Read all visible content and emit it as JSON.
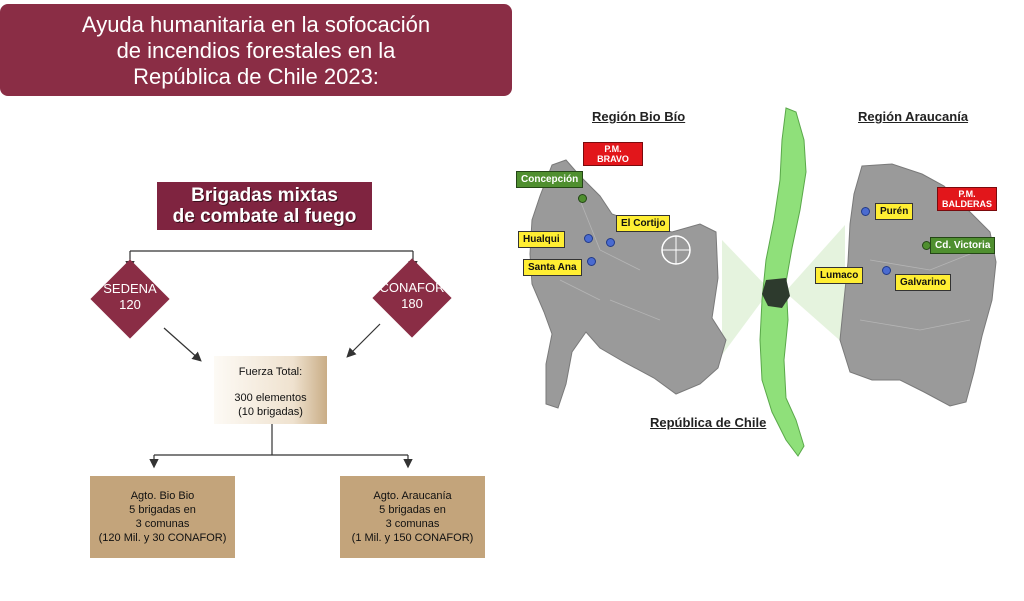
{
  "title": {
    "line1": "Ayuda humanitaria en la sofocación",
    "line2": "de incendios forestales en la",
    "line3": "República de Chile 2023:"
  },
  "brigadas": {
    "line1": "Brigadas mixtas",
    "line2": "de combate al fuego"
  },
  "sedena": {
    "label": "SEDENA",
    "value": "120"
  },
  "conafor": {
    "label": "CONAFOR",
    "value": "180"
  },
  "total": {
    "line1": "Fuerza Total:",
    "line2": "300 elementos",
    "line3": "(10 brigadas)"
  },
  "biobio_box": {
    "line1": "Agto. Bio Bio",
    "line2": "5 brigadas en",
    "line3": "3 comunas",
    "line4": "(120 Mil. y 30 CONAFOR)"
  },
  "araucania_box": {
    "line1": "Agto. Araucanía",
    "line2": "5 brigadas en",
    "line3": "3 comunas",
    "line4": "(1 Mil. y 150 CONAFOR)"
  },
  "map": {
    "region_biobio": "Región Bio Bío",
    "region_araucania": "Región Araucanía",
    "republica": "República de Chile",
    "concepcion": "Concepción",
    "pm_bravo": {
      "line1": "P.M.",
      "line2": "BRAVO"
    },
    "el_cortijo": "El Cortijo",
    "hualqui": "Hualqui",
    "santa_ana": "Santa Ana",
    "puren": "Purén",
    "pm_balderas": {
      "line1": "P.M.",
      "line2": "BALDERAS"
    },
    "cd_victoria": "Cd. Victoria",
    "lumaco": "Lumaco",
    "galvarino": "Galvarino"
  },
  "colors": {
    "maroon": "#8a2d45",
    "tan": "#c3a47b",
    "map_gray": "#9a9a9a",
    "chile_green": "#8fe07a"
  }
}
